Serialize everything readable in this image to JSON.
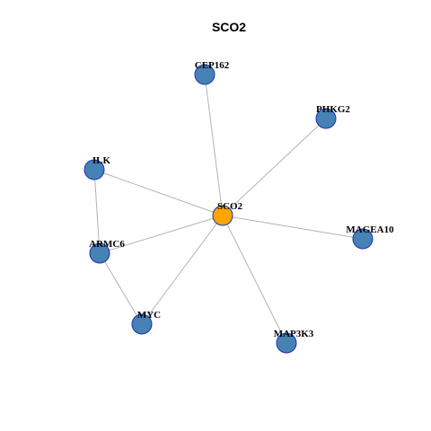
{
  "title": "SCO2",
  "colors": {
    "center_fill": "#ffa500",
    "node_fill": "#4682b4",
    "node_border": "#1a33b3",
    "edge": "#b3b3b3"
  },
  "nodes": [
    {
      "id": "SCO2",
      "label": "SCO2",
      "center": true
    },
    {
      "id": "CEP162",
      "label": "CEP162",
      "center": false
    },
    {
      "id": "PHKG2",
      "label": "PHKG2",
      "center": false
    },
    {
      "id": "ILK",
      "label": "ILK",
      "center": false
    },
    {
      "id": "MAGEA10",
      "label": "MAGEA10",
      "center": false
    },
    {
      "id": "ARMC6",
      "label": "ARMC6",
      "center": false
    },
    {
      "id": "MYC",
      "label": "MYC",
      "center": false
    },
    {
      "id": "MAP3K3",
      "label": "MAP3K3",
      "center": false
    }
  ],
  "edges": [
    [
      "SCO2",
      "CEP162"
    ],
    [
      "SCO2",
      "PHKG2"
    ],
    [
      "SCO2",
      "ILK"
    ],
    [
      "SCO2",
      "MAGEA10"
    ],
    [
      "SCO2",
      "ARMC6"
    ],
    [
      "SCO2",
      "MYC"
    ],
    [
      "SCO2",
      "MAP3K3"
    ],
    [
      "ILK",
      "ARMC6"
    ],
    [
      "ARMC6",
      "MYC"
    ]
  ]
}
